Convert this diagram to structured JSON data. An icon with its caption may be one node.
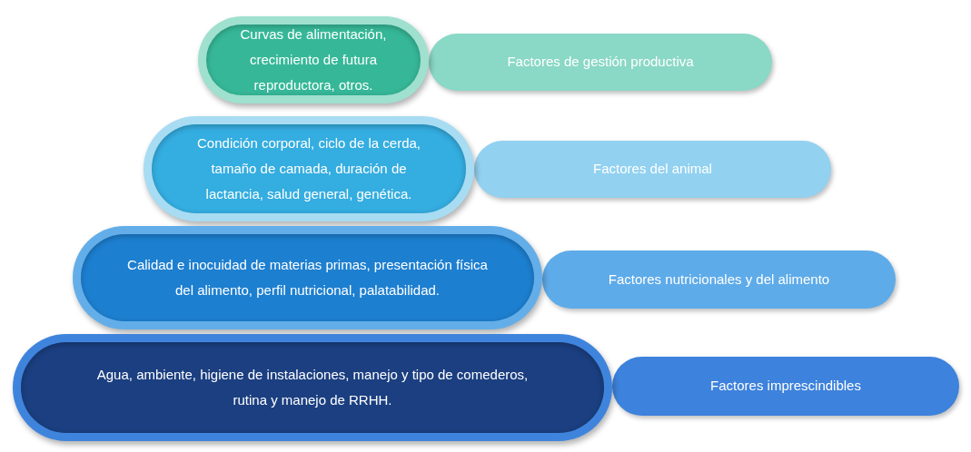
{
  "diagram": {
    "nodes": [
      {
        "text": [
          "Curvas de alimentación, crecimiento de futura reproductora, otros."
        ]
      },
      {
        "text": [
          "Factores de gestión productiva"
        ]
      },
      {
        "text": [
          "Condición corporal, ciclo de la cerda, tamaño de camada, duración de lactancia, salud general, genética."
        ]
      },
      {
        "text": [
          "Factores del animal"
        ]
      },
      {
        "text": [
          "Calidad e inocuidad de materias primas, presentación física del alimento, perfil nutricional, palatabilidad."
        ]
      },
      {
        "text": [
          "Factores nutricionales y del alimento"
        ]
      },
      {
        "text": [
          "Agua, ambiente, higiene de instalaciones, manejo y tipo de comederos, rutina y manejo de RRHH."
        ]
      },
      {
        "text": [
          "Factores imprescindibles"
        ]
      }
    ]
  }
}
